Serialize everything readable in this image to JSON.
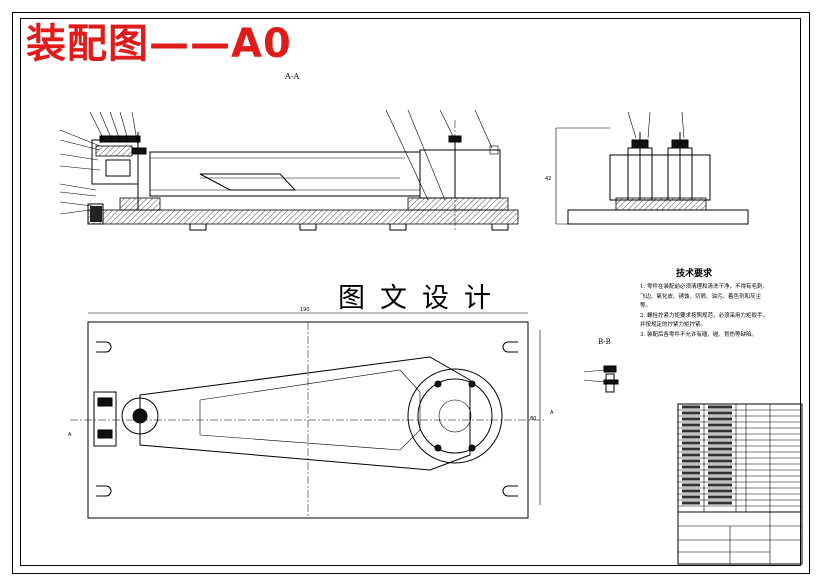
{
  "title": "装配图——A0",
  "watermark": "图文设计",
  "section_labels": {
    "aa": "A-A",
    "bb": "B-B",
    "plan_a": "A",
    "plan_a_right": "A"
  },
  "tech_requirements": {
    "heading": "技术要求",
    "lines": [
      "1. 零件在装配前必须清理和清洗干净，不得有毛刺、",
      "飞边、氧化皮、锈蚀、切屑、油污、着色剂和灰尘",
      "等。",
      "2. 螺栓拧紧力矩要求按照规范，必须采用力矩扳手，",
      "并按规定的拧紧力矩拧紧。",
      "3. 装配后各零件不允许有磕、碰、划伤等缺陷。"
    ]
  },
  "dimensions": {
    "plan_length": "190",
    "plan_height": "80",
    "side_height": "42"
  }
}
